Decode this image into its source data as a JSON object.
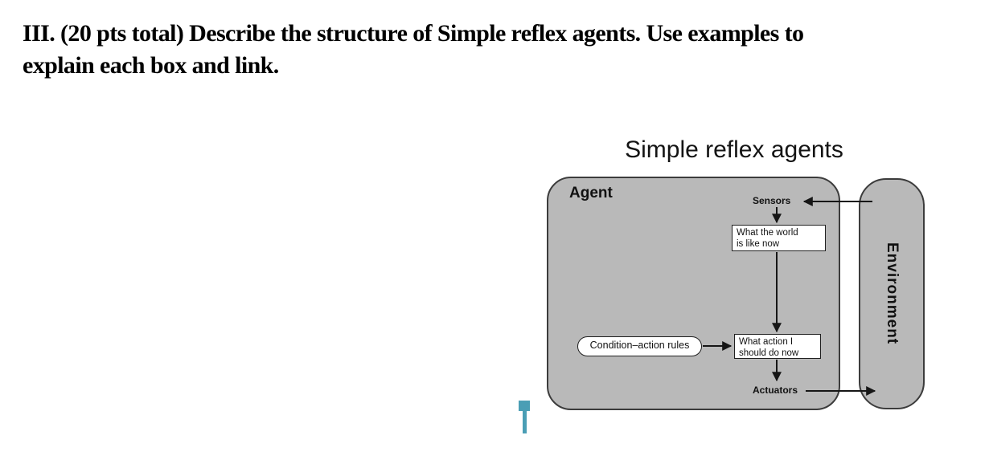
{
  "question": {
    "heading_line1": "III. (20 pts total) Describe the structure of Simple reflex agents. Use examples to",
    "heading_line2": "explain each box and link."
  },
  "diagram": {
    "title": "Simple reflex agents",
    "agent_label": "Agent",
    "environment_label": "Environment",
    "sensors_label": "Sensors",
    "actuators_label": "Actuators",
    "world_state_box": "What the world\nis like now",
    "action_box": "What action I\nshould do now",
    "rules_oval": "Condition–action rules",
    "colors": {
      "box_fill": "#b9b9b9",
      "box_border": "#3c3c3c",
      "arrow_line": "#161616",
      "state_box_fill": "#ffffff",
      "cursor_marker": "#4a9eb5"
    }
  }
}
